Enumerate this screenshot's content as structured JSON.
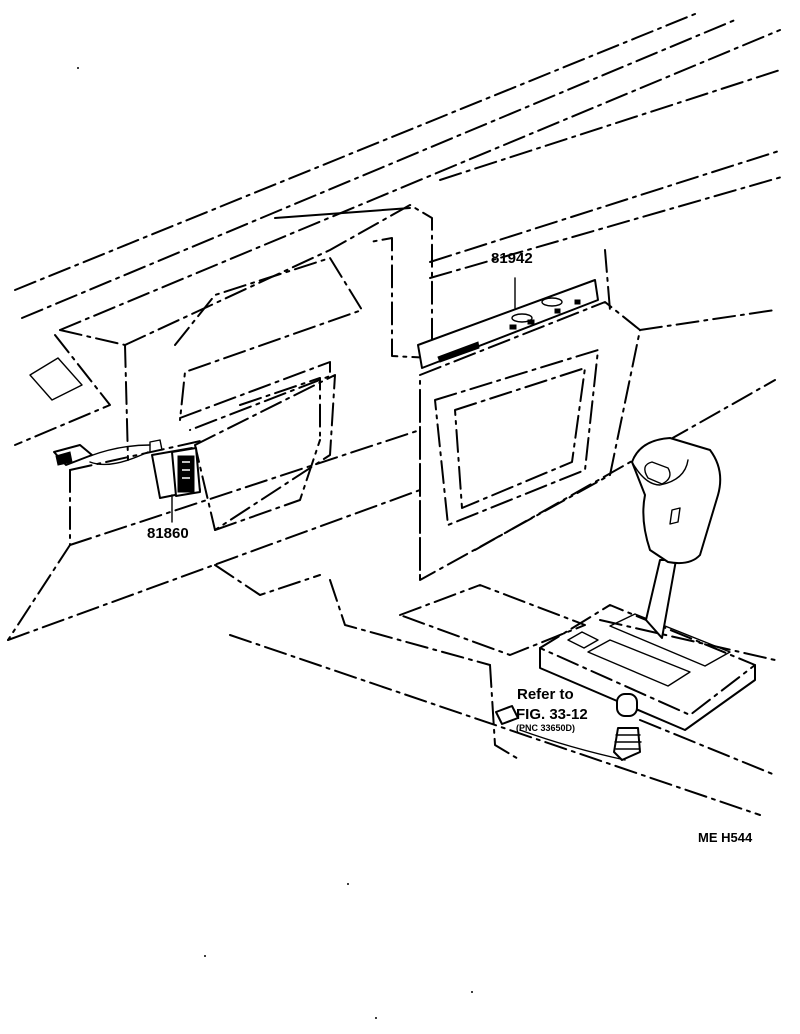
{
  "callouts": {
    "part_81942": "81942",
    "part_81860": "81860",
    "refer_line1": "Refer to",
    "refer_line2": "FIG. 33-12",
    "refer_line3": "(PNC 33650D)"
  },
  "footer": {
    "code": "ME H544"
  }
}
